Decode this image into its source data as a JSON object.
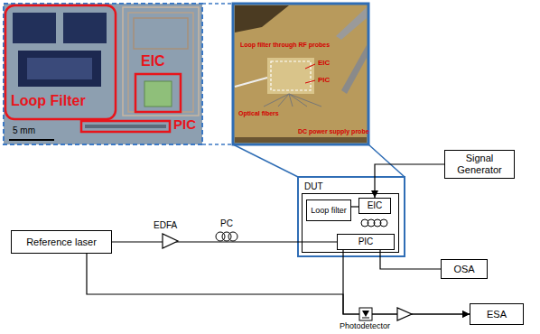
{
  "diagram": {
    "nodes": [
      {
        "text": [
          "Reference laser"
        ]
      },
      {
        "text": [
          "DUT"
        ]
      },
      {
        "text": [
          "Loop filter"
        ],
        "in": 1
      },
      {
        "text": [
          "EIC"
        ],
        "in": 1
      },
      {
        "text": [
          "PIC"
        ],
        "in": 1
      },
      {
        "text": [
          "Signal Generator"
        ]
      },
      {
        "text": [
          "OSA"
        ]
      },
      {
        "text": [
          "ESA"
        ]
      }
    ],
    "edges": [
      {
        "from": 0,
        "to": 4,
        "arrow": "none"
      },
      {
        "from": 5,
        "to": 3,
        "arrow": "to"
      },
      {
        "from": 2,
        "to": 3,
        "arrow": "none"
      },
      {
        "from": 4,
        "to": 6,
        "arrow": "none"
      },
      {
        "from": 4,
        "to": 7,
        "arrow": "to"
      },
      {
        "from": 0,
        "to": 7,
        "arrow": "to"
      }
    ],
    "labels": [
      "Loop Filter",
      "EIC",
      "PIC",
      "5 mm",
      "Loop filter through RF probes",
      "EIC",
      "PIC",
      "Optical fibers",
      "DC power supply probe",
      "EDFA",
      "PC",
      "Photodetector"
    ]
  }
}
